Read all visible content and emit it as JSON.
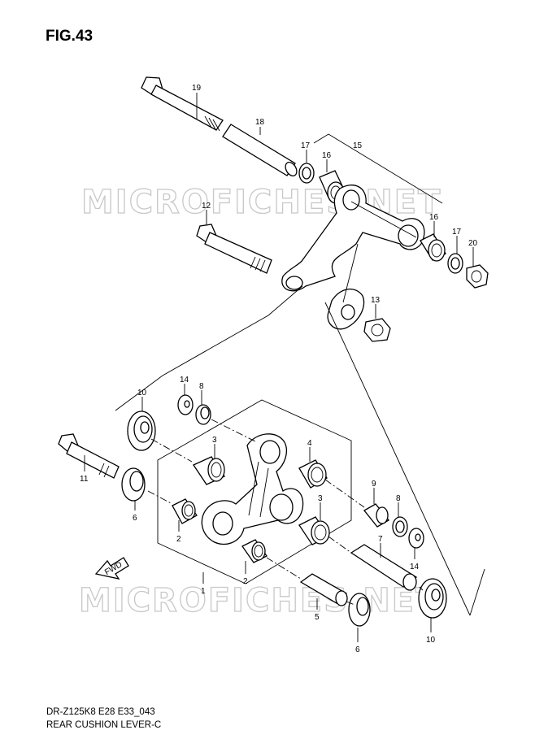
{
  "figure_title": "FIG.43",
  "footer": {
    "model_code": "DR-Z125K8 E28 E33_043",
    "assembly_name": "REAR CUSHION LEVER-C"
  },
  "watermark": "MICROFICHES.NET",
  "fwd_label": "FWD",
  "callouts": [
    "19",
    "18",
    "17",
    "16",
    "15",
    "16",
    "17",
    "20",
    "12",
    "13",
    "10",
    "14",
    "8",
    "3",
    "4",
    "11",
    "6",
    "9",
    "8",
    "3",
    "2",
    "7",
    "14",
    "1",
    "2",
    "5",
    "10",
    "6"
  ]
}
